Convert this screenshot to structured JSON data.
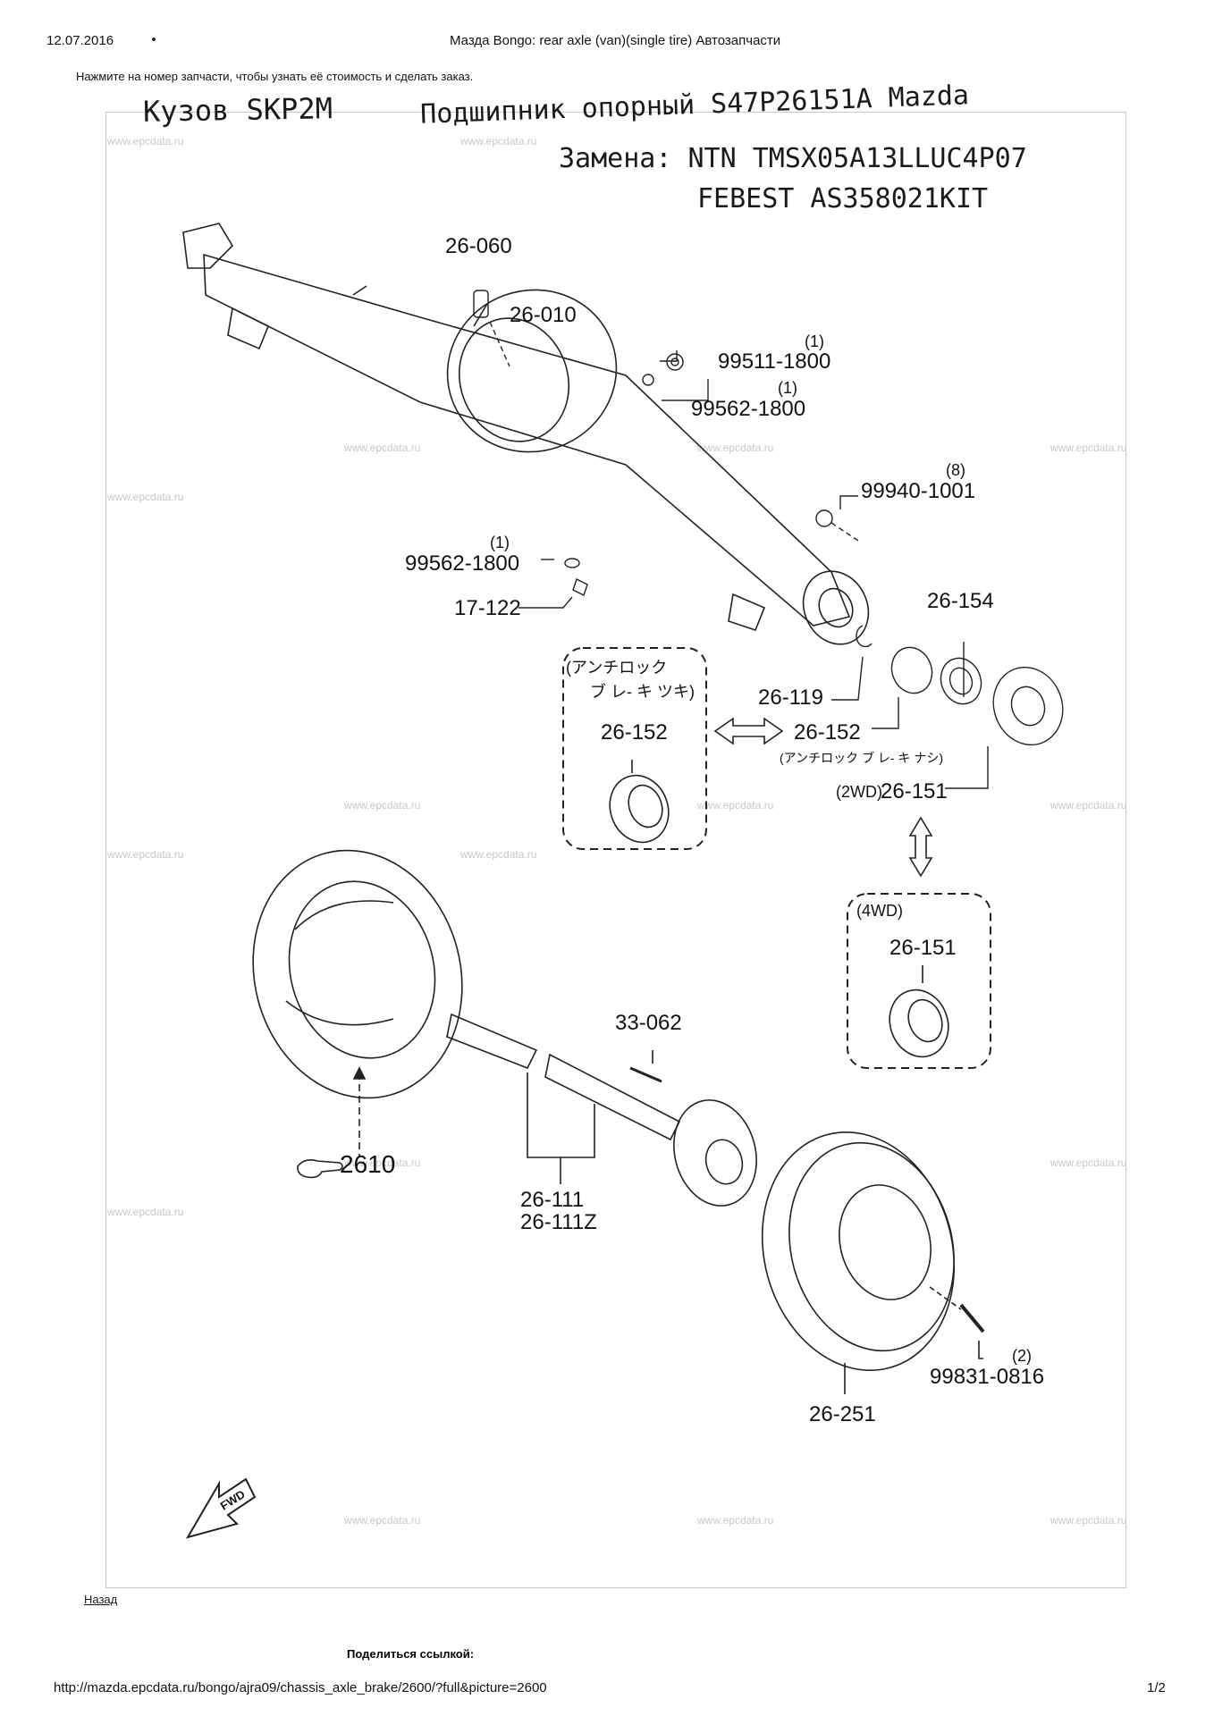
{
  "header": {
    "date": "12.07.2016",
    "title": "Мазда Bongo: rear axle (van)(single tire) Автозапчасти"
  },
  "instruction": "Нажмите на номер запчасти, чтобы узнать её стоимость и сделать заказ.",
  "handwritten": {
    "line1_left": "Кузов SKP2M",
    "line1_right": "Подшипник опорный S47P26151A Mazda",
    "line2": "Замена: NTN TMSX05A13LLUC4P07",
    "line3": "FEBEST AS358021KIT"
  },
  "parts": [
    {
      "code": "26-060"
    },
    {
      "code": "26-010"
    },
    {
      "code": "99511-1800",
      "qty": "(1)"
    },
    {
      "code": "99562-1800",
      "qty": "(1)"
    },
    {
      "code": "99940-1001",
      "qty": "(8)"
    },
    {
      "code": "99562-1800",
      "qty": "(1)"
    },
    {
      "code": "17-122"
    },
    {
      "code": "26-154"
    },
    {
      "code": "26-119"
    },
    {
      "code": "26-152"
    },
    {
      "code": "26-152"
    },
    {
      "code": "26-151"
    },
    {
      "code": "26-151"
    },
    {
      "code": "33-062"
    },
    {
      "code": "2610"
    },
    {
      "code": "26-111"
    },
    {
      "code": "26-111Z"
    },
    {
      "code": "99831-0816",
      "qty": "(2)"
    },
    {
      "code": "26-251"
    }
  ],
  "notes": {
    "abs_with_1": "(アンチロック",
    "abs_with_2": "ブ レ- キ ツキ)",
    "abs_without": "(アンチロック ブ レ- キ ナシ)",
    "twowd": "(2WD)",
    "fourwd": "(4WD)",
    "fwd": "FWD"
  },
  "watermark": "www.epcdata.ru",
  "footer": {
    "back_link": "Назад",
    "share_label": "Поделиться ссылкой:",
    "url": "http://mazda.epcdata.ru/bongo/ajra09/chassis_axle_brake/2600/?full&picture=2600",
    "page": "1/2"
  }
}
